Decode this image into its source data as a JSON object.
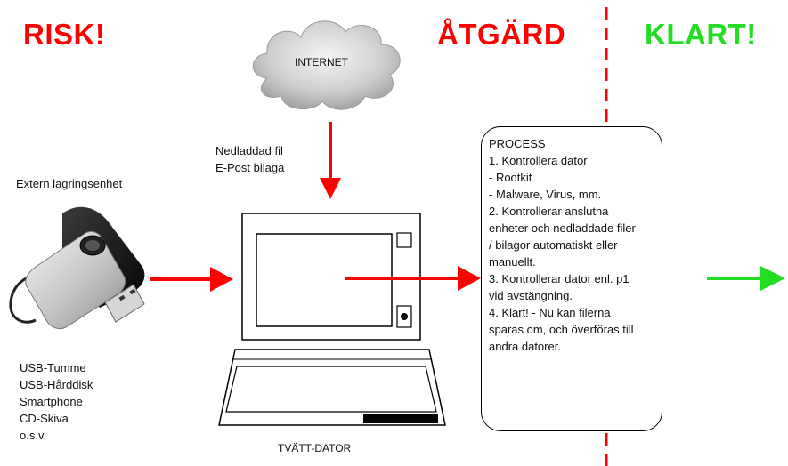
{
  "headings": {
    "risk": "RISK!",
    "action": "ÅTGÄRD",
    "done": "KLART!"
  },
  "colors": {
    "risk": "#ff0000",
    "action": "#ff0000",
    "done": "#22dd22",
    "arrow_red": "#ff0000",
    "arrow_green": "#22dd22"
  },
  "cloud_label": "INTERNET",
  "download_labels": [
    "Nedladdad fil",
    "E-Post bilaga"
  ],
  "storage_title": "Extern lagringsenhet",
  "devices": [
    "USB-Tumme",
    "USB-Hårddisk",
    "Smartphone",
    "CD-Skiva",
    "o.s.v."
  ],
  "computer_label": "TVÄTT-DATOR",
  "process": {
    "lines": [
      "PROCESS",
      "1. Kontrollera dator",
      "- Rootkit",
      "- Malware, Virus, mm.",
      "2. Kontrollerar anslutna",
      "enheter och nedladdade filer",
      "/ bilagor automatiskt eller",
      "manuellt.",
      "3. Kontrollerar dator enl. p1",
      "vid avstängning.",
      "4. Klart! - Nu kan filerna",
      "sparas om, och överföras till",
      "andra datorer."
    ]
  },
  "icons": {
    "cloud": "cloud-icon",
    "usb": "usb-stick-icon",
    "laptop": "laptop-icon"
  }
}
